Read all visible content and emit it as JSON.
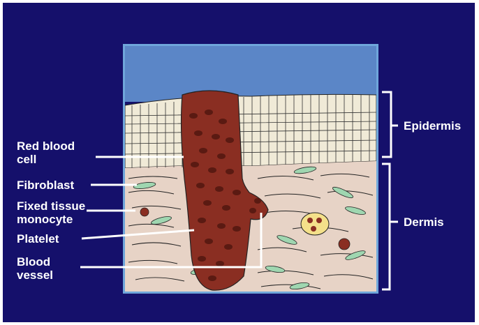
{
  "labels": {
    "red_blood_cell": "Red blood\ncell",
    "fibroblast": "Fibroblast",
    "fixed_tissue_monocyte": "Fixed tissue\nmonocyte",
    "platelet": "Platelet",
    "blood_vessel": "Blood\nvessel",
    "epidermis": "Epidermis",
    "dermis": "Dermis"
  },
  "colors": {
    "background": "#15106b",
    "sky": "#5b86c7",
    "epidermis": "#f0ead7",
    "dermis": "#e7d3c6",
    "blood": "#8a2e22",
    "rbc": "#5a1a12",
    "fibroblast": "#9fd6b0",
    "frame": "#6fa6db",
    "vessel_section": "#f4e08a"
  }
}
